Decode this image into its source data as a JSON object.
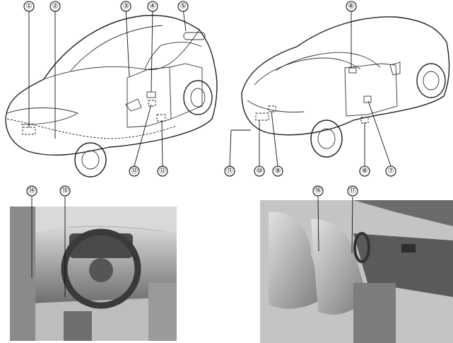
{
  "callouts": [
    {
      "id": "c1",
      "label": "①"
    },
    {
      "id": "c2",
      "label": "②"
    },
    {
      "id": "c3",
      "label": "③"
    },
    {
      "id": "c4",
      "label": "④"
    },
    {
      "id": "c5",
      "label": "⑤"
    },
    {
      "id": "c6",
      "label": "⑥"
    },
    {
      "id": "c7",
      "label": "⑦"
    },
    {
      "id": "c8",
      "label": "⑧"
    },
    {
      "id": "c9",
      "label": "⑨"
    },
    {
      "id": "c10",
      "label": "⑩"
    },
    {
      "id": "c11",
      "label": "⑪"
    },
    {
      "id": "c12",
      "label": "⑫"
    },
    {
      "id": "c13",
      "label": "⑬"
    },
    {
      "id": "c14",
      "label": "⑭"
    },
    {
      "id": "c15",
      "label": "⑮"
    },
    {
      "id": "c16",
      "label": "⑯"
    },
    {
      "id": "c17",
      "label": "⑰"
    }
  ],
  "colors": {
    "line": "#222222",
    "photo_dark": "#3a3a3a",
    "photo_mid": "#8a8a8a",
    "photo_light": "#cfcfcf",
    "background": "#ffffff"
  }
}
